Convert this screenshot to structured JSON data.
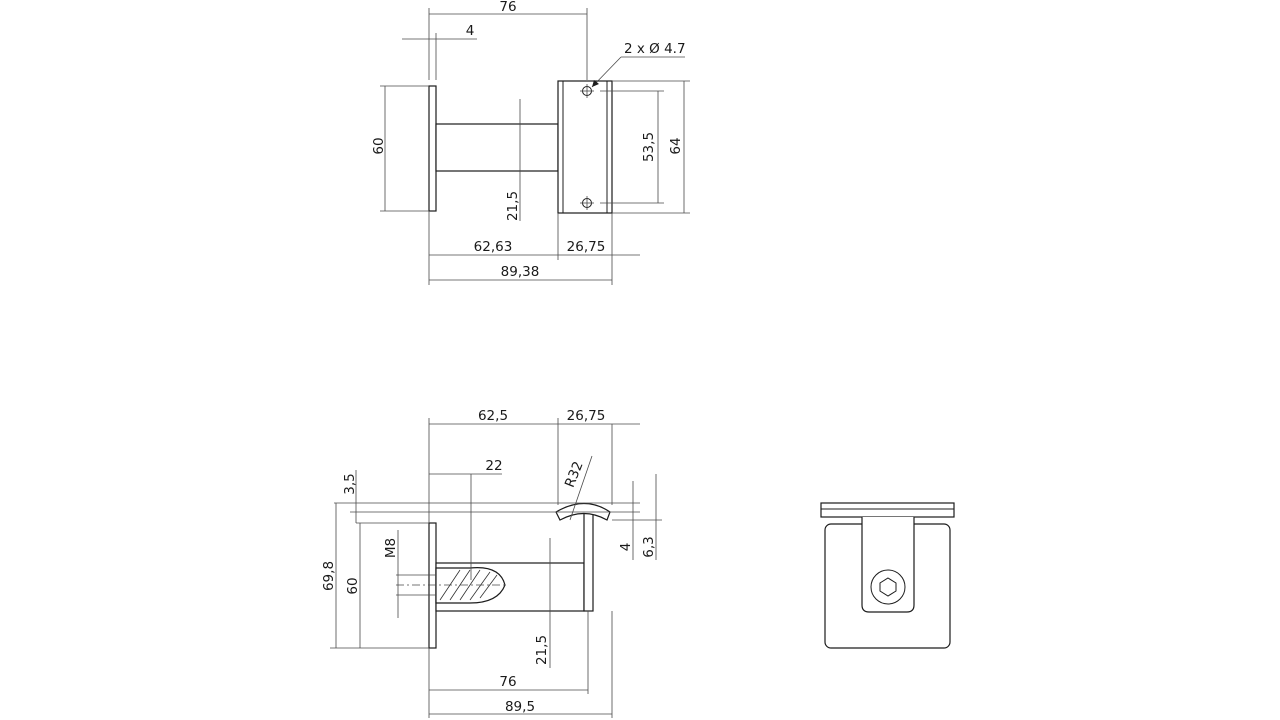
{
  "top_view": {
    "overall_76": "76",
    "plate_thickness": "4",
    "holes": "2 x Ø 4.7",
    "plate_height": "60",
    "bracket_height": "64",
    "hole_spacing": "53,5",
    "tube_dia": "21,5",
    "arm_length": "62,63",
    "bracket_width": "26,75",
    "total_length": "89,38"
  },
  "side_view": {
    "arm_length": "62,5",
    "bracket_width": "26,75",
    "thread_length": "22",
    "radius": "R32",
    "offset": "3,5",
    "thread": "M8",
    "total_height": "69,8",
    "plate_height": "60",
    "saddle_thickness": "4",
    "saddle_height": "6,3",
    "tube_dia": "21,5",
    "center_length": "76",
    "total_length": "89,5"
  },
  "colors": {
    "line": "#1c1c1c",
    "background": "#ffffff"
  }
}
